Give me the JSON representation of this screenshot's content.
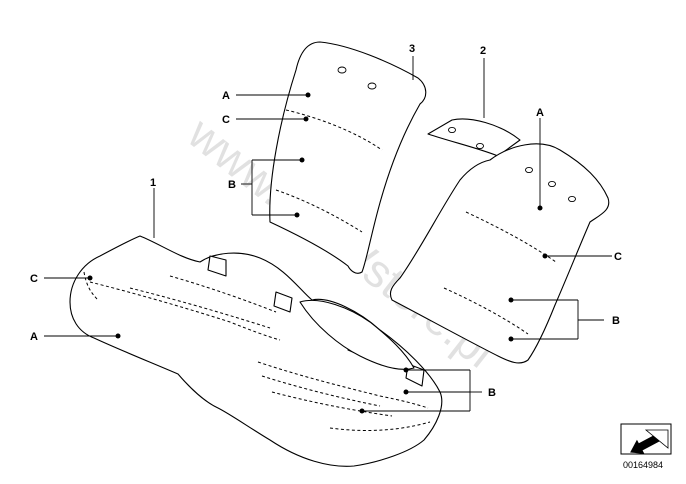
{
  "callouts": {
    "part_1": "1",
    "part_2": "2",
    "part_3": "3",
    "a_left_bench": "A",
    "a_narrow_back": "A",
    "a_wide_back": "A",
    "b_narrow_back": "B",
    "b_wide_back": "B",
    "b_bench": "B",
    "c_left_bench": "C",
    "c_narrow_back": "C",
    "c_wide_back": "C"
  },
  "watermark": "www.BMWstore.pl",
  "reference_code": "00164984"
}
